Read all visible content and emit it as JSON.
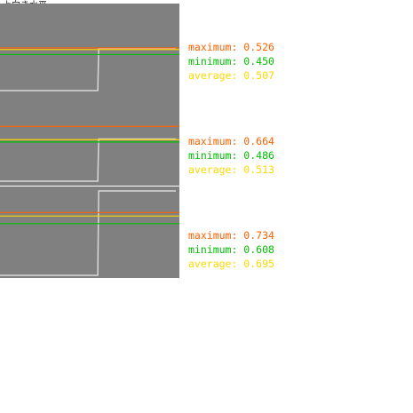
{
  "title": "上向き水平",
  "colors": {
    "background": "#ffffff",
    "panel": "#808080",
    "max": "#ff6000",
    "min": "#00c000",
    "avg": "#ffd800",
    "signal": "#d8d8d8"
  },
  "panels": [
    {
      "labels": {
        "max": "maximum: 0.526",
        "min": "minimum: 0.450",
        "avg": "average: 0.507"
      },
      "max": 0.526,
      "min": 0.45,
      "avg": 0.507,
      "low": 0.04,
      "high": 0.52,
      "step_at": 0.545
    },
    {
      "labels": {
        "max": "maximum: 0.664",
        "min": "minimum: 0.486",
        "avg": "average: 0.513"
      },
      "max": 0.664,
      "min": 0.486,
      "avg": 0.513,
      "low": 0.04,
      "high": 0.52,
      "step_at": 0.545
    },
    {
      "labels": {
        "max": "maximum: 0.734",
        "min": "minimum: 0.608",
        "avg": "average: 0.695"
      },
      "max": 0.734,
      "min": 0.608,
      "avg": 0.695,
      "low": 0.02,
      "high": 0.98,
      "step_at": 0.545
    }
  ]
}
